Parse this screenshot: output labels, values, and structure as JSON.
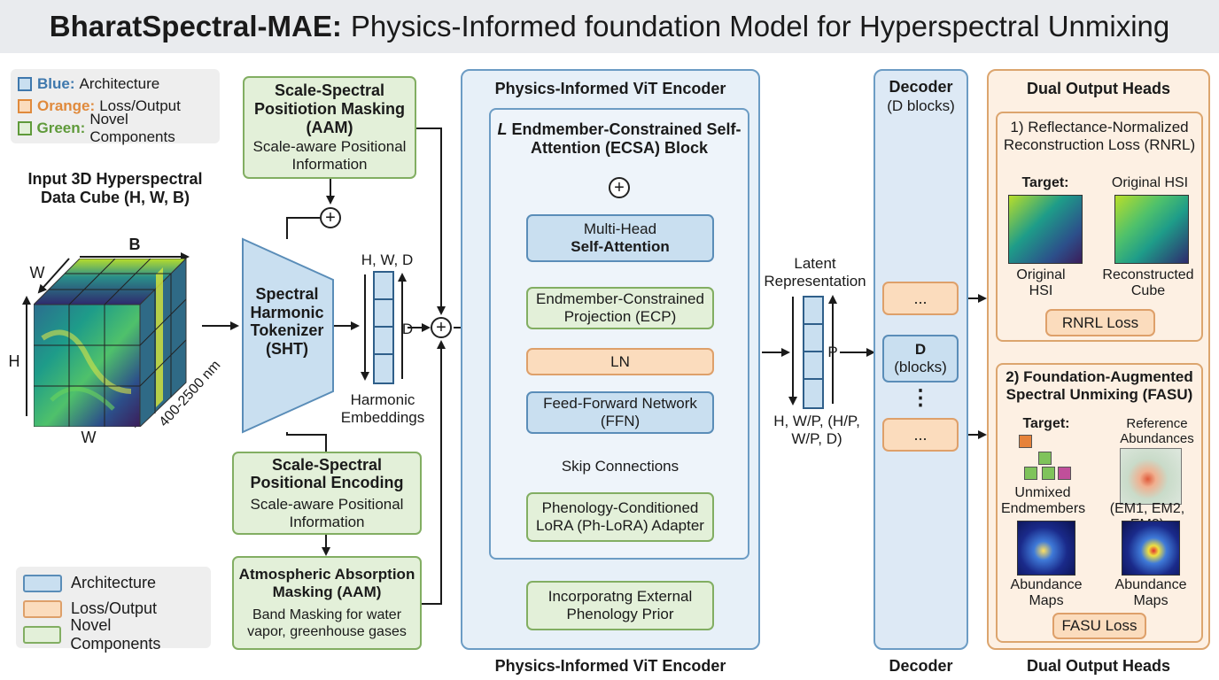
{
  "title": {
    "bold": "BharatSpectral-MAE:",
    "rest": "Physics-Informed foundation Model for Hyperspectral Unmixing"
  },
  "legend_top": [
    {
      "key": "Blue:",
      "text": "Architecture",
      "color": "#3f78ad"
    },
    {
      "key": "Orange:",
      "text": "Loss/Output",
      "color": "#e08a3c"
    },
    {
      "key": "Green:",
      "text": "Novel Components",
      "color": "#5f9a3a"
    }
  ],
  "legend_bottom": [
    "Architecture",
    "Loss/Output",
    "Novel Components"
  ],
  "input": {
    "title": "Input 3D Hyperspectral Data Cube (H, W, B)",
    "dim_b": "B",
    "dim_w_top": "W",
    "dim_h": "H",
    "dim_w_bottom": "W",
    "range": "400-2500 nm"
  },
  "aam_top": {
    "title": "Scale-Spectral Positiotion Masking (AAM)",
    "sub": "Scale-aware Positional Information"
  },
  "sht": "Spectral Harmonic Tokenizer (SHT)",
  "embed": {
    "dims": "H, W, D",
    "d": "D",
    "label": "Harmonic Embeddings"
  },
  "sspe": {
    "title": "Scale-Spectral Positional Encoding",
    "sub": "Scale-aware Positional Information"
  },
  "aam_bottom": {
    "title": "Atmospheric Absorption Masking (AAM)",
    "sub": "Band Masking for water vapor, greenhouse gases"
  },
  "encoder": {
    "header": "Physics-Informed ViT Encoder",
    "block_l": "L",
    "block_title": "Endmember-Constrained Self-Attention (ECSA) Block",
    "mhsa_1": "Multi-Head",
    "mhsa_2": "Self-Attention",
    "ecp": "Endmember-Constrained Projection (ECP)",
    "ln": "LN",
    "ffn": "Feed-Forward Network (FFN)",
    "skip": "Skip Connections",
    "phlora": "Phenology-Conditioned LoRA (Ph-LoRA) Adapter",
    "prior": "Incorporatng External Phenology Prior",
    "footer": "Physics-Informed ViT Encoder"
  },
  "latent": {
    "label": "Latent Representation",
    "p": "P",
    "dims": "H, W/P, (H/P, W/P, D)"
  },
  "decoder": {
    "header": "Decoder",
    "sub": "(D blocks)",
    "dots": "...",
    "d": "D",
    "d_sub": "(blocks)",
    "vdots": "⋮",
    "footer": "Decoder"
  },
  "heads": {
    "header": "Dual Output Heads",
    "h1_title": "1) Reflectance-Normalized Reconstruction Loss (RNRL)",
    "target": "Target:",
    "orig_hsi": "Original HSI",
    "orig_hsi_2": "Original HSI",
    "recon": "Reconstructed Cube",
    "rnrl": "RNRL Loss",
    "h2_title": "2) Foundation-Augmented Spectral Unmixing (FASU)",
    "target2": "Target:",
    "ref_ab": "Reference Abundances",
    "unmixed": "Unmixed Endmembers",
    "ems": "(EM1, EM2, EM3)",
    "ab_maps_1": "Abundance Maps",
    "ab_maps_2": "Abundance Maps",
    "fasu": "FASU Loss",
    "footer": "Dual Output Heads"
  },
  "colors": {
    "blue": "#c9dff0",
    "orange": "#fbdcbd",
    "green": "#e3f0d9"
  }
}
